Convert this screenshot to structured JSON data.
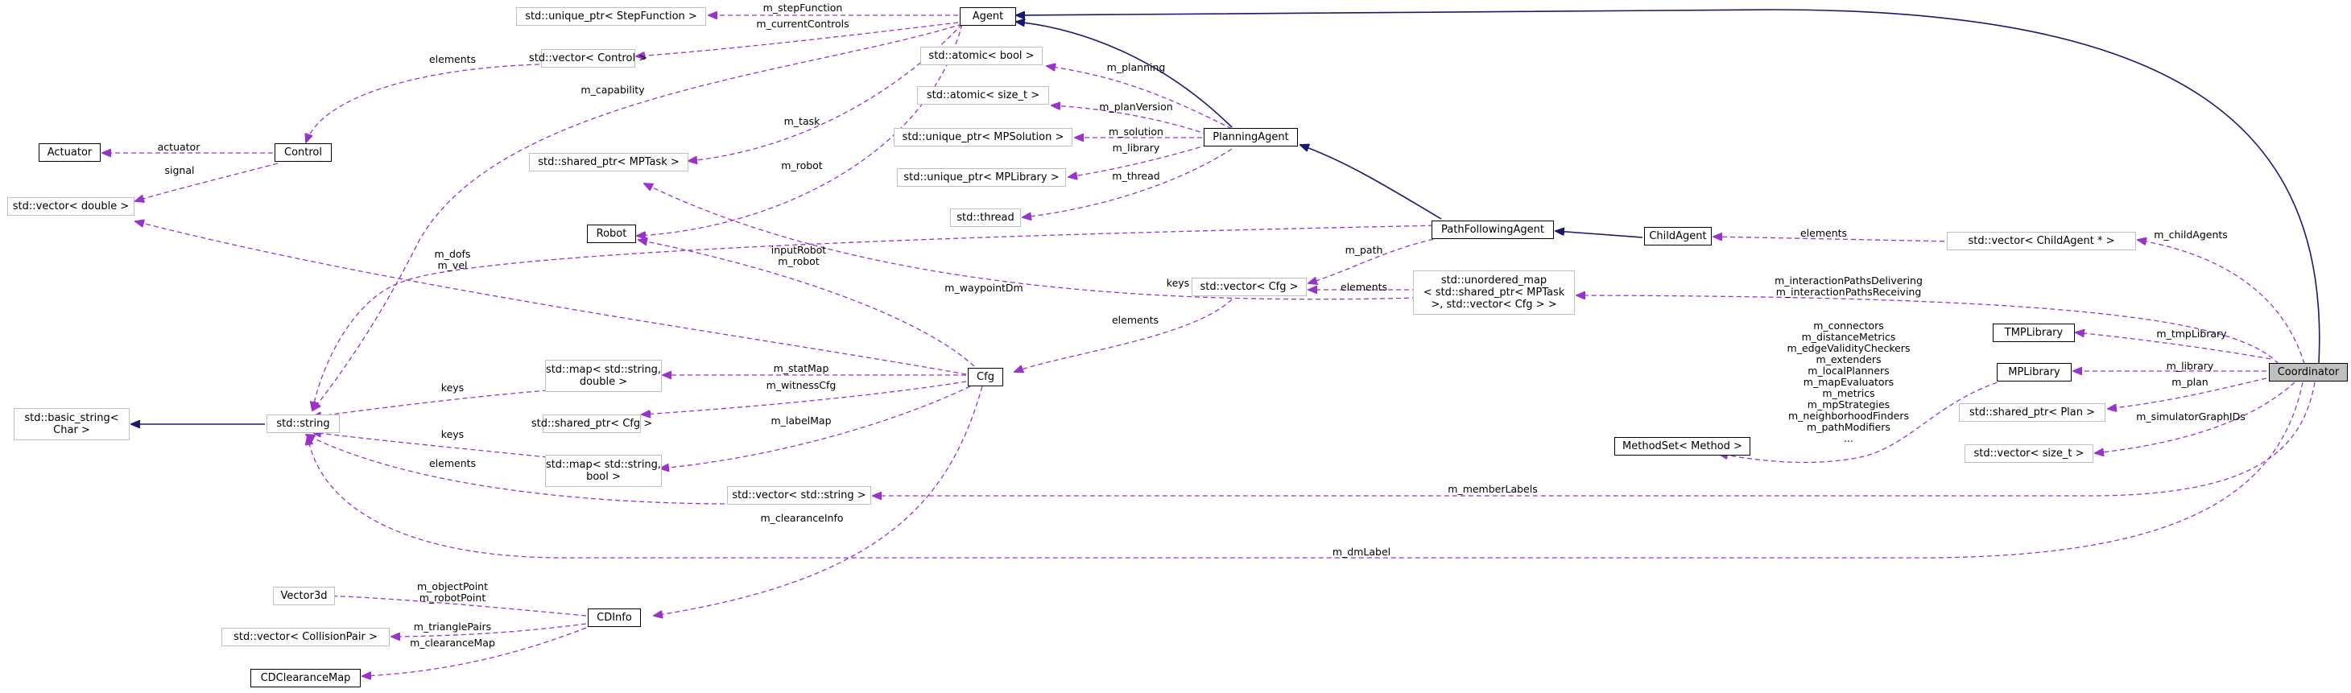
{
  "nodes": {
    "Agent": "Agent",
    "unique_ptr_StepFunction": "std::unique_ptr< StepFunction >",
    "vector_Control": "std::vector< Control >",
    "atomic_bool": "std::atomic< bool >",
    "atomic_size_t": "std::atomic< size_t >",
    "unique_ptr_MPSolution": "std::unique_ptr< MPSolution >",
    "unique_ptr_MPLibrary": "std::unique_ptr< MPLibrary >",
    "thread": "std::thread",
    "PlanningAgent": "PlanningAgent",
    "Actuator": "Actuator",
    "Control": "Control",
    "vector_double": "std::vector< double >",
    "shared_ptr_MPTask": "std::shared_ptr< MPTask >",
    "Robot": "Robot",
    "PathFollowingAgent": "PathFollowingAgent",
    "ChildAgent": "ChildAgent",
    "vector_ChildAgent": "std::vector< ChildAgent * >",
    "vector_Cfg": "std::vector< Cfg >",
    "unordered_map": "std::unordered_map\n< std::shared_ptr< MPTask\n>, std::vector< Cfg > >",
    "basic_string": "std::basic_string<\nChar >",
    "string": "std::string",
    "map_string_double": "std::map< std::string,\ndouble >",
    "shared_ptr_Cfg": "std::shared_ptr< Cfg >",
    "map_string_bool": "std::map< std::string,\nbool >",
    "Cfg": "Cfg",
    "TMPLibrary": "TMPLibrary",
    "MPLibrary": "MPLibrary",
    "Coordinator": "Coordinator",
    "shared_ptr_Plan": "std::shared_ptr< Plan >",
    "vector_size_t": "std::vector< size_t >",
    "MethodSet": "MethodSet< Method >",
    "vector_string": "std::vector< std::string >",
    "Vector3d": "Vector3d",
    "vector_CollisionPair": "std::vector< CollisionPair >",
    "CDInfo": "CDInfo",
    "CDClearanceMap": "CDClearanceMap"
  },
  "edge_labels": {
    "m_stepFunction": "m_stepFunction",
    "m_currentControls": "m_currentControls",
    "elements_control": "elements",
    "m_capability": "m_capability",
    "actuator": "actuator",
    "signal": "signal",
    "m_planning": "m_planning",
    "m_planVersion": "m_planVersion",
    "m_solution": "m_solution",
    "m_library_pa": "m_library",
    "m_thread": "m_thread",
    "m_task": "m_task",
    "m_robot": "m_robot",
    "m_dofs_vel": "m_dofs\nm_vel",
    "inputRobot": "inputRobot\nm_robot",
    "m_path": "m_path",
    "keys_um": "keys",
    "m_waypointDm": "m_waypointDm",
    "elements_um": "elements",
    "elements_cfg": "elements",
    "elements_child": "elements",
    "m_childAgents": "m_childAgents",
    "m_interactionPaths": "m_interactionPathsDelivering\nm_interactionPathsReceiving",
    "m_tmpLibrary": "m_tmpLibrary",
    "m_library_c": "m_library",
    "m_plan": "m_plan",
    "m_simulatorGraphIDs": "m_simulatorGraphIDs",
    "methodset_list": "m_connectors\nm_distanceMetrics\nm_edgeValidityCheckers\nm_extenders\nm_localPlanners\nm_mapEvaluators\nm_metrics\nm_mpStrategies\nm_neighborhoodFinders\nm_pathModifiers\n...",
    "keys_md": "keys",
    "m_statMap": "m_statMap",
    "m_witnessCfg": "m_witnessCfg",
    "keys_mb": "keys",
    "m_labelMap": "m_labelMap",
    "elements_str": "elements",
    "m_memberLabels": "m_memberLabels",
    "m_clearanceInfo": "m_clearanceInfo",
    "m_dmLabel": "m_dmLabel",
    "m_objectPoint": "m_objectPoint\nm_robotPoint",
    "m_trianglePairs": "m_trianglePairs",
    "m_clearanceMap": "m_clearanceMap"
  },
  "colors": {
    "inheritance": "#191970",
    "usage": "#9a32cd",
    "focus_fill": "#bfbfbf"
  }
}
